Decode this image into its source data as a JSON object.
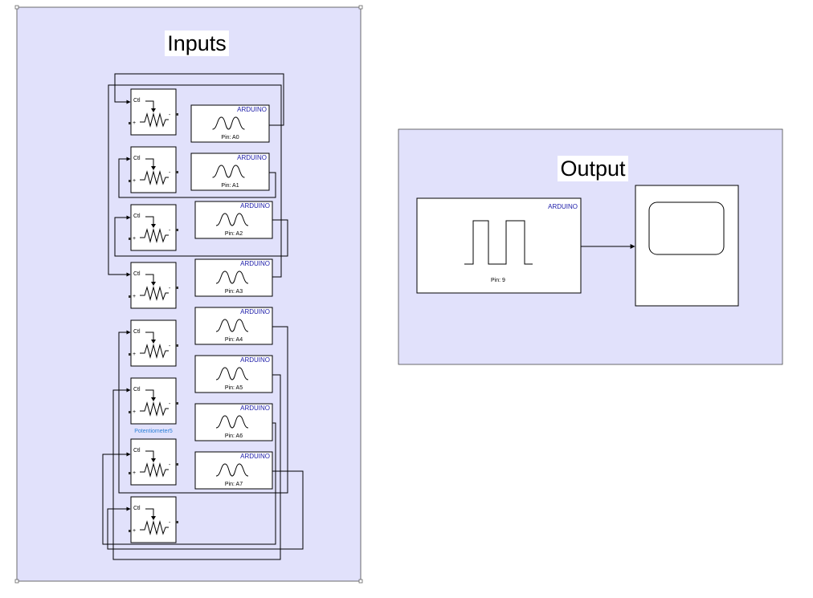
{
  "diagram": {
    "inputs_title": "Inputs",
    "output_title": "Output",
    "arduino_tag": "ARDUINO",
    "ctl_label": "Ctl",
    "plus_sign": "+",
    "minus_sign": "-",
    "input_pins": [
      "Pin: A0",
      "Pin: A1",
      "Pin: A2",
      "Pin: A3",
      "Pin: A4",
      "Pin: A5",
      "Pin: A6",
      "Pin: A7"
    ],
    "potentiometer_label": "Potentiometer5",
    "output_pin": "Pin: 9"
  },
  "colors": {
    "group_fill": "#e1e1fb",
    "arduino_text": "#1a1aa8",
    "highlight_label": "#2a7fd6"
  },
  "icons": [
    "potentiometer-icon",
    "sine-wave-icon",
    "square-wave-icon",
    "scope-screen-icon"
  ]
}
